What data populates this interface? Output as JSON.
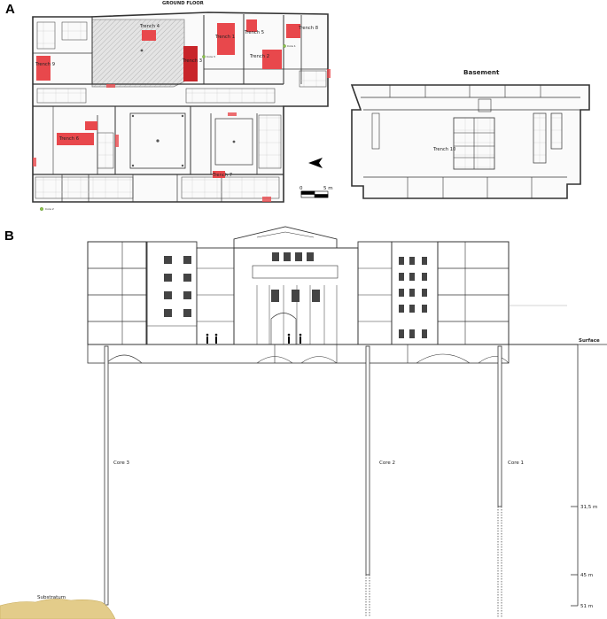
{
  "panels": {
    "a": {
      "letter": "A",
      "ground_floor_title": "GROUND FLOOR",
      "basement_title": "Basement",
      "trenches": [
        "Trench 4",
        "Trench 1",
        "Trench 5",
        "Trench 8",
        "Trench 3",
        "Trench 2",
        "Trench 9",
        "Trench 6",
        "Trench 7",
        "Trench 10"
      ],
      "cores": [
        "Core 3",
        "Core 1",
        "Core 2"
      ],
      "scale": {
        "start": "0",
        "end": "5 m"
      }
    },
    "b": {
      "letter": "B",
      "surface_label": "Surface",
      "substratum_label": "Substratum",
      "cores": [
        "Core 3",
        "Core 2",
        "Core 1"
      ],
      "depths": [
        "31,5 m",
        "45 m",
        "51 m"
      ]
    }
  },
  "colors": {
    "trench_fill": "#e8484c",
    "trench_dark": "#c8252a",
    "substratum": "#e3cc8a",
    "core_marker": "#8bc34a",
    "hatch_area": "#d6d6d6",
    "wall": "#333333"
  }
}
